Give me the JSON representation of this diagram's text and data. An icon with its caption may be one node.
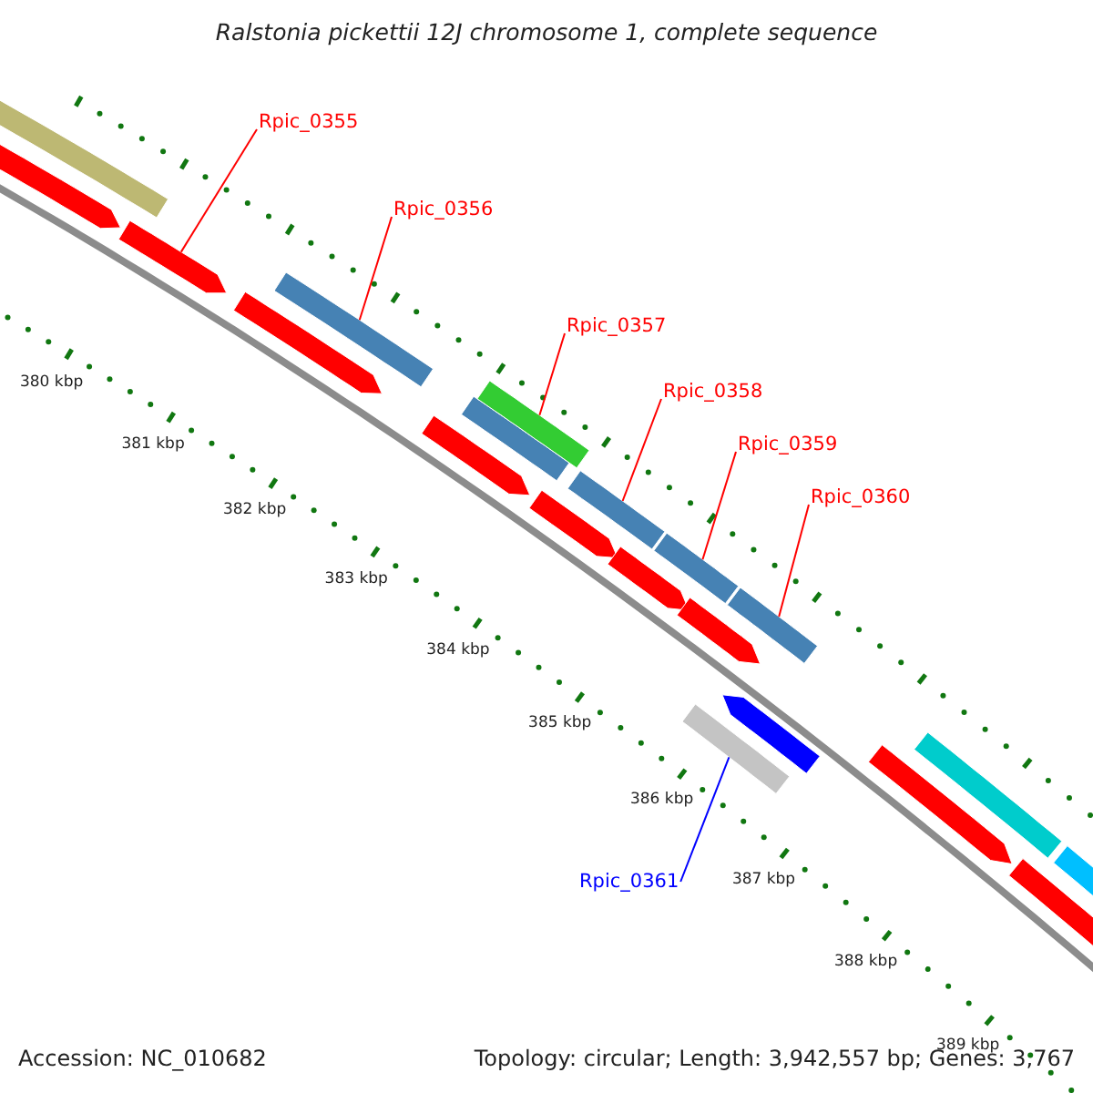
{
  "diagram": {
    "title": "Ralstonia pickettii 12J chromosome 1, complete sequence",
    "nodes": [
      {
        "text": [
          "Rpic_0355"
        ]
      },
      {
        "text": [
          "Rpic_0356"
        ]
      },
      {
        "text": [
          "Rpic_0357"
        ]
      },
      {
        "text": [
          "Rpic_0358"
        ]
      },
      {
        "text": [
          "Rpic_0359"
        ]
      },
      {
        "text": [
          "Rpic_0360"
        ]
      },
      {
        "text": [
          "Rpic_0361"
        ]
      },
      {
        "text": [],
        "shape": "bar"
      },
      {
        "text": [],
        "shape": "arrow"
      },
      {
        "text": [],
        "shape": "arrow"
      },
      {
        "text": [],
        "shape": "arrow"
      },
      {
        "text": [],
        "shape": "bar"
      },
      {
        "text": [],
        "shape": "arrow"
      },
      {
        "text": [],
        "shape": "bar"
      },
      {
        "text": [],
        "shape": "bar"
      },
      {
        "text": [],
        "shape": "arrow"
      },
      {
        "text": [],
        "shape": "bar"
      },
      {
        "text": [],
        "shape": "arrow"
      },
      {
        "text": [],
        "shape": "bar"
      },
      {
        "text": [],
        "shape": "arrow"
      },
      {
        "text": [],
        "shape": "bar"
      },
      {
        "text": [],
        "shape": "bar"
      },
      {
        "text": [],
        "shape": "arrow"
      },
      {
        "text": [],
        "shape": "arrow"
      },
      {
        "text": [],
        "shape": "bar"
      },
      {
        "text": [],
        "shape": "arrow"
      },
      {
        "text": [],
        "shape": "bar"
      }
    ],
    "edges": [
      {
        "from": 0,
        "to": 9,
        "arrow": "none"
      },
      {
        "from": 1,
        "to": 11,
        "arrow": "none"
      },
      {
        "from": 2,
        "to": 14,
        "arrow": "none"
      },
      {
        "from": 3,
        "to": 16,
        "arrow": "none"
      },
      {
        "from": 4,
        "to": 18,
        "arrow": "none"
      },
      {
        "from": 5,
        "to": 20,
        "arrow": "none"
      },
      {
        "from": 6,
        "to": 21,
        "arrow": "none",
        "color": "#0000ff"
      }
    ],
    "labels": [
      "380 kbp",
      "381 kbp",
      "382 kbp",
      "383 kbp",
      "384 kbp",
      "385 kbp",
      "386 kbp",
      "387 kbp",
      "388 kbp",
      "389 kbp",
      "Accession: NC_010682",
      "Topology: circular; Length: 3,942,557 bp; Genes: 3,767"
    ]
  }
}
